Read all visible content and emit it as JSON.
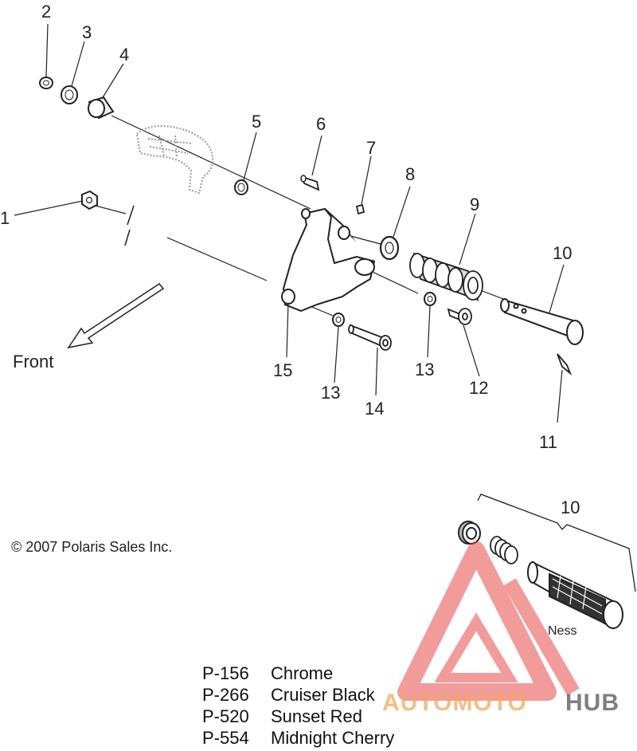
{
  "callouts": {
    "c1": "1",
    "c2": "2",
    "c3": "3",
    "c4": "4",
    "c5": "5",
    "c6": "6",
    "c7": "7",
    "c8": "8",
    "c9": "9",
    "c10": "10",
    "c11": "11",
    "c12": "12",
    "c13a": "13",
    "c13b": "13",
    "c14": "14",
    "c15": "15",
    "c10b": "10"
  },
  "front_label": "Front",
  "copyright": "© 2007 Polaris Sales Inc.",
  "inset_brand": "Ness",
  "legend": [
    {
      "code": "P-156",
      "name": "Chrome"
    },
    {
      "code": "P-266",
      "name": "Cruiser Black"
    },
    {
      "code": "P-520",
      "name": "Sunset Red"
    },
    {
      "code": "P-554",
      "name": "Midnight Cherry"
    }
  ],
  "watermark": {
    "part1": "AUTOMOTO",
    "part2": "HUB"
  },
  "colors": {
    "line": "#222222",
    "watermark_red": "#e84a4a",
    "watermark_orange": "#f4a85c",
    "watermark_gray": "#555555"
  }
}
